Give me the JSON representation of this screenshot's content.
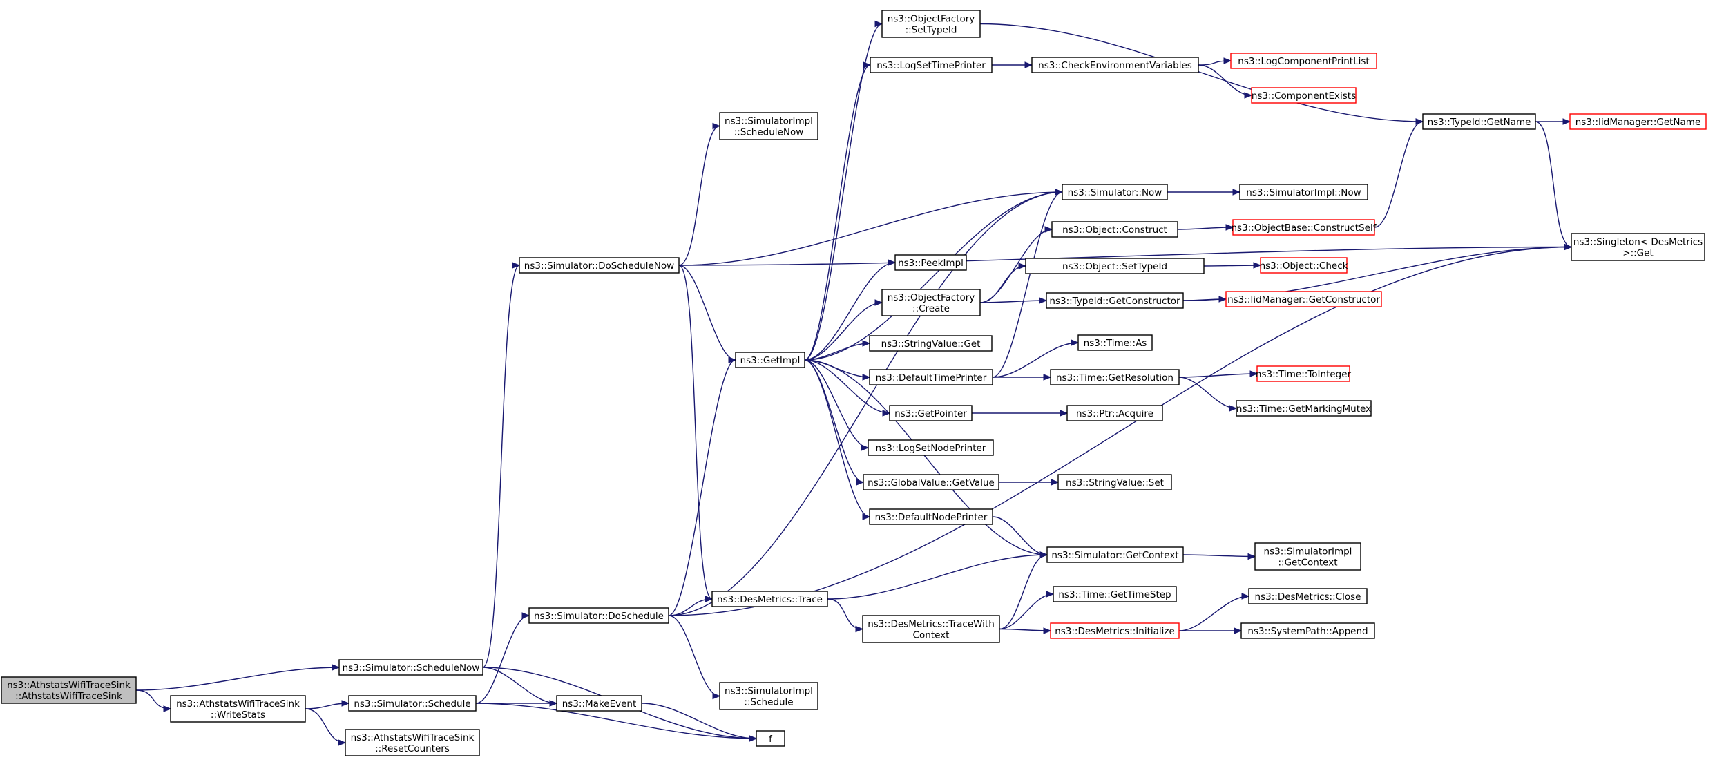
{
  "graph": {
    "edge_color": "#191970",
    "red_border_color": "#ff0000",
    "root_fill": "#bfbfbf",
    "nodes": [
      {
        "id": "root",
        "lines": [
          "ns3::AthstatsWifiTraceSink",
          "::AthstatsWifiTraceSink"
        ],
        "style": "root"
      },
      {
        "id": "writestats",
        "lines": [
          "ns3::AthstatsWifiTraceSink",
          "::WriteStats"
        ],
        "style": "normal"
      },
      {
        "id": "schednow",
        "lines": [
          "ns3::Simulator::ScheduleNow"
        ],
        "style": "normal"
      },
      {
        "id": "schedule",
        "lines": [
          "ns3::Simulator::Schedule"
        ],
        "style": "normal"
      },
      {
        "id": "resetcounters",
        "lines": [
          "ns3::AthstatsWifiTraceSink",
          "::ResetCounters"
        ],
        "style": "normal"
      },
      {
        "id": "doschednow",
        "lines": [
          "ns3::Simulator::DoScheduleNow"
        ],
        "style": "normal"
      },
      {
        "id": "dosched",
        "lines": [
          "ns3::Simulator::DoSchedule"
        ],
        "style": "normal"
      },
      {
        "id": "makeevent",
        "lines": [
          "ns3::MakeEvent"
        ],
        "style": "normal"
      },
      {
        "id": "f",
        "lines": [
          "f"
        ],
        "style": "normal"
      },
      {
        "id": "simimpl_schednow",
        "lines": [
          "ns3::SimulatorImpl",
          "::ScheduleNow"
        ],
        "style": "normal"
      },
      {
        "id": "getimpl",
        "lines": [
          "ns3::GetImpl"
        ],
        "style": "normal"
      },
      {
        "id": "desmetrics_trace",
        "lines": [
          "ns3::DesMetrics::Trace"
        ],
        "style": "normal"
      },
      {
        "id": "simimpl_sched",
        "lines": [
          "ns3::SimulatorImpl",
          "::Schedule"
        ],
        "style": "normal"
      },
      {
        "id": "objfactory_settypeid",
        "lines": [
          "ns3::ObjectFactory",
          "::SetTypeId"
        ],
        "style": "normal"
      },
      {
        "id": "logsettimeprinter",
        "lines": [
          "ns3::LogSetTimePrinter"
        ],
        "style": "normal"
      },
      {
        "id": "peekimpl",
        "lines": [
          "ns3::PeekImpl"
        ],
        "style": "normal"
      },
      {
        "id": "objfactory_create",
        "lines": [
          "ns3::ObjectFactory",
          "::Create"
        ],
        "style": "normal"
      },
      {
        "id": "stringvalue_get",
        "lines": [
          "ns3::StringValue::Get"
        ],
        "style": "normal"
      },
      {
        "id": "defaulttimeprinter",
        "lines": [
          "ns3::DefaultTimePrinter"
        ],
        "style": "normal"
      },
      {
        "id": "getpointer",
        "lines": [
          "ns3::GetPointer"
        ],
        "style": "normal"
      },
      {
        "id": "logsetnodeprinter",
        "lines": [
          "ns3::LogSetNodePrinter"
        ],
        "style": "normal"
      },
      {
        "id": "globalvalue_getvalue",
        "lines": [
          "ns3::GlobalValue::GetValue"
        ],
        "style": "normal"
      },
      {
        "id": "defaultnodeprinter",
        "lines": [
          "ns3::DefaultNodePrinter"
        ],
        "style": "normal"
      },
      {
        "id": "tracewithcontext",
        "lines": [
          "ns3::DesMetrics::TraceWith",
          "Context"
        ],
        "style": "normal"
      },
      {
        "id": "checkenv",
        "lines": [
          "ns3::CheckEnvironmentVariables"
        ],
        "style": "normal"
      },
      {
        "id": "simulator_now",
        "lines": [
          "ns3::Simulator::Now"
        ],
        "style": "normal"
      },
      {
        "id": "object_construct",
        "lines": [
          "ns3::Object::Construct"
        ],
        "style": "normal"
      },
      {
        "id": "object_settypeid",
        "lines": [
          "ns3::Object::SetTypeId"
        ],
        "style": "normal"
      },
      {
        "id": "typeid_getconstructor",
        "lines": [
          "ns3::TypeId::GetConstructor"
        ],
        "style": "normal"
      },
      {
        "id": "time_as",
        "lines": [
          "ns3::Time::As"
        ],
        "style": "normal"
      },
      {
        "id": "time_getresolution",
        "lines": [
          "ns3::Time::GetResolution"
        ],
        "style": "normal"
      },
      {
        "id": "ptr_acquire",
        "lines": [
          "ns3::Ptr::Acquire"
        ],
        "style": "normal"
      },
      {
        "id": "stringvalue_set",
        "lines": [
          "ns3::StringValue::Set"
        ],
        "style": "normal"
      },
      {
        "id": "simulator_getcontext",
        "lines": [
          "ns3::Simulator::GetContext"
        ],
        "style": "normal"
      },
      {
        "id": "time_gettimestep",
        "lines": [
          "ns3::Time::GetTimeStep"
        ],
        "style": "normal"
      },
      {
        "id": "desmetrics_initialize",
        "lines": [
          "ns3::DesMetrics::Initialize"
        ],
        "style": "red"
      },
      {
        "id": "logcomponentprintlist",
        "lines": [
          "ns3::LogComponentPrintList"
        ],
        "style": "red"
      },
      {
        "id": "componentexists",
        "lines": [
          "ns3::ComponentExists"
        ],
        "style": "red"
      },
      {
        "id": "simimpl_now",
        "lines": [
          "ns3::SimulatorImpl::Now"
        ],
        "style": "normal"
      },
      {
        "id": "objectbase_constructself",
        "lines": [
          "ns3::ObjectBase::ConstructSelf"
        ],
        "style": "red"
      },
      {
        "id": "object_check",
        "lines": [
          "ns3::Object::Check"
        ],
        "style": "red"
      },
      {
        "id": "iidmanager_getconstructor",
        "lines": [
          "ns3::IidManager::GetConstructor"
        ],
        "style": "red"
      },
      {
        "id": "time_tointeger",
        "lines": [
          "ns3::Time::ToInteger"
        ],
        "style": "red"
      },
      {
        "id": "time_getmarkingmutex",
        "lines": [
          "ns3::Time::GetMarkingMutex"
        ],
        "style": "normal"
      },
      {
        "id": "simimpl_getcontext",
        "lines": [
          "ns3::SimulatorImpl",
          "::GetContext"
        ],
        "style": "normal"
      },
      {
        "id": "desmetrics_close",
        "lines": [
          "ns3::DesMetrics::Close"
        ],
        "style": "normal"
      },
      {
        "id": "systempath_append",
        "lines": [
          "ns3::SystemPath::Append"
        ],
        "style": "normal"
      },
      {
        "id": "typeid_getname",
        "lines": [
          "ns3::TypeId::GetName"
        ],
        "style": "normal"
      },
      {
        "id": "iidmanager_getname",
        "lines": [
          "ns3::IidManager::GetName"
        ],
        "style": "red"
      },
      {
        "id": "singleton_get",
        "lines": [
          "ns3::Singleton< DesMetrics",
          ">::Get"
        ],
        "style": "normal"
      }
    ],
    "edges": [
      [
        "root",
        "schednow"
      ],
      [
        "root",
        "writestats"
      ],
      [
        "writestats",
        "schedule"
      ],
      [
        "writestats",
        "resetcounters"
      ],
      [
        "schednow",
        "doschednow"
      ],
      [
        "schednow",
        "makeevent"
      ],
      [
        "schednow",
        "f"
      ],
      [
        "schedule",
        "dosched"
      ],
      [
        "schedule",
        "makeevent"
      ],
      [
        "schedule",
        "f"
      ],
      [
        "makeevent",
        "f"
      ],
      [
        "doschednow",
        "simimpl_schednow"
      ],
      [
        "doschednow",
        "getimpl"
      ],
      [
        "doschednow",
        "desmetrics_trace"
      ],
      [
        "doschednow",
        "simulator_now"
      ],
      [
        "doschednow",
        "singleton_get"
      ],
      [
        "dosched",
        "desmetrics_trace"
      ],
      [
        "dosched",
        "simimpl_sched"
      ],
      [
        "dosched",
        "getimpl"
      ],
      [
        "dosched",
        "simulator_now"
      ],
      [
        "dosched",
        "singleton_get"
      ],
      [
        "getimpl",
        "objfactory_settypeid"
      ],
      [
        "getimpl",
        "logsettimeprinter"
      ],
      [
        "getimpl",
        "simulator_now"
      ],
      [
        "getimpl",
        "peekimpl"
      ],
      [
        "getimpl",
        "objfactory_create"
      ],
      [
        "getimpl",
        "stringvalue_get"
      ],
      [
        "getimpl",
        "defaulttimeprinter"
      ],
      [
        "getimpl",
        "getpointer"
      ],
      [
        "getimpl",
        "logsetnodeprinter"
      ],
      [
        "getimpl",
        "globalvalue_getvalue"
      ],
      [
        "getimpl",
        "defaultnodeprinter"
      ],
      [
        "getimpl",
        "simulator_getcontext"
      ],
      [
        "desmetrics_trace",
        "simulator_getcontext"
      ],
      [
        "desmetrics_trace",
        "tracewithcontext"
      ],
      [
        "objfactory_settypeid",
        "typeid_getname"
      ],
      [
        "logsettimeprinter",
        "checkenv"
      ],
      [
        "checkenv",
        "logcomponentprintlist"
      ],
      [
        "checkenv",
        "componentexists"
      ],
      [
        "simulator_now",
        "simimpl_now"
      ],
      [
        "objfactory_create",
        "object_construct"
      ],
      [
        "objfactory_create",
        "object_settypeid"
      ],
      [
        "objfactory_create",
        "typeid_getconstructor"
      ],
      [
        "object_construct",
        "objectbase_constructself"
      ],
      [
        "objectbase_constructself",
        "typeid_getname"
      ],
      [
        "object_settypeid",
        "object_check"
      ],
      [
        "typeid_getconstructor",
        "iidmanager_getconstructor"
      ],
      [
        "typeid_getconstructor",
        "singleton_get"
      ],
      [
        "defaulttimeprinter",
        "simulator_now"
      ],
      [
        "defaulttimeprinter",
        "time_as"
      ],
      [
        "defaulttimeprinter",
        "time_getresolution"
      ],
      [
        "time_getresolution",
        "time_tointeger"
      ],
      [
        "time_getresolution",
        "time_getmarkingmutex"
      ],
      [
        "getpointer",
        "ptr_acquire"
      ],
      [
        "globalvalue_getvalue",
        "stringvalue_set"
      ],
      [
        "defaultnodeprinter",
        "simulator_getcontext"
      ],
      [
        "simulator_getcontext",
        "simimpl_getcontext"
      ],
      [
        "tracewithcontext",
        "simulator_getcontext"
      ],
      [
        "tracewithcontext",
        "time_gettimestep"
      ],
      [
        "tracewithcontext",
        "desmetrics_initialize"
      ],
      [
        "desmetrics_initialize",
        "desmetrics_close"
      ],
      [
        "desmetrics_initialize",
        "systempath_append"
      ],
      [
        "typeid_getname",
        "iidmanager_getname"
      ],
      [
        "typeid_getname",
        "singleton_get"
      ]
    ]
  }
}
